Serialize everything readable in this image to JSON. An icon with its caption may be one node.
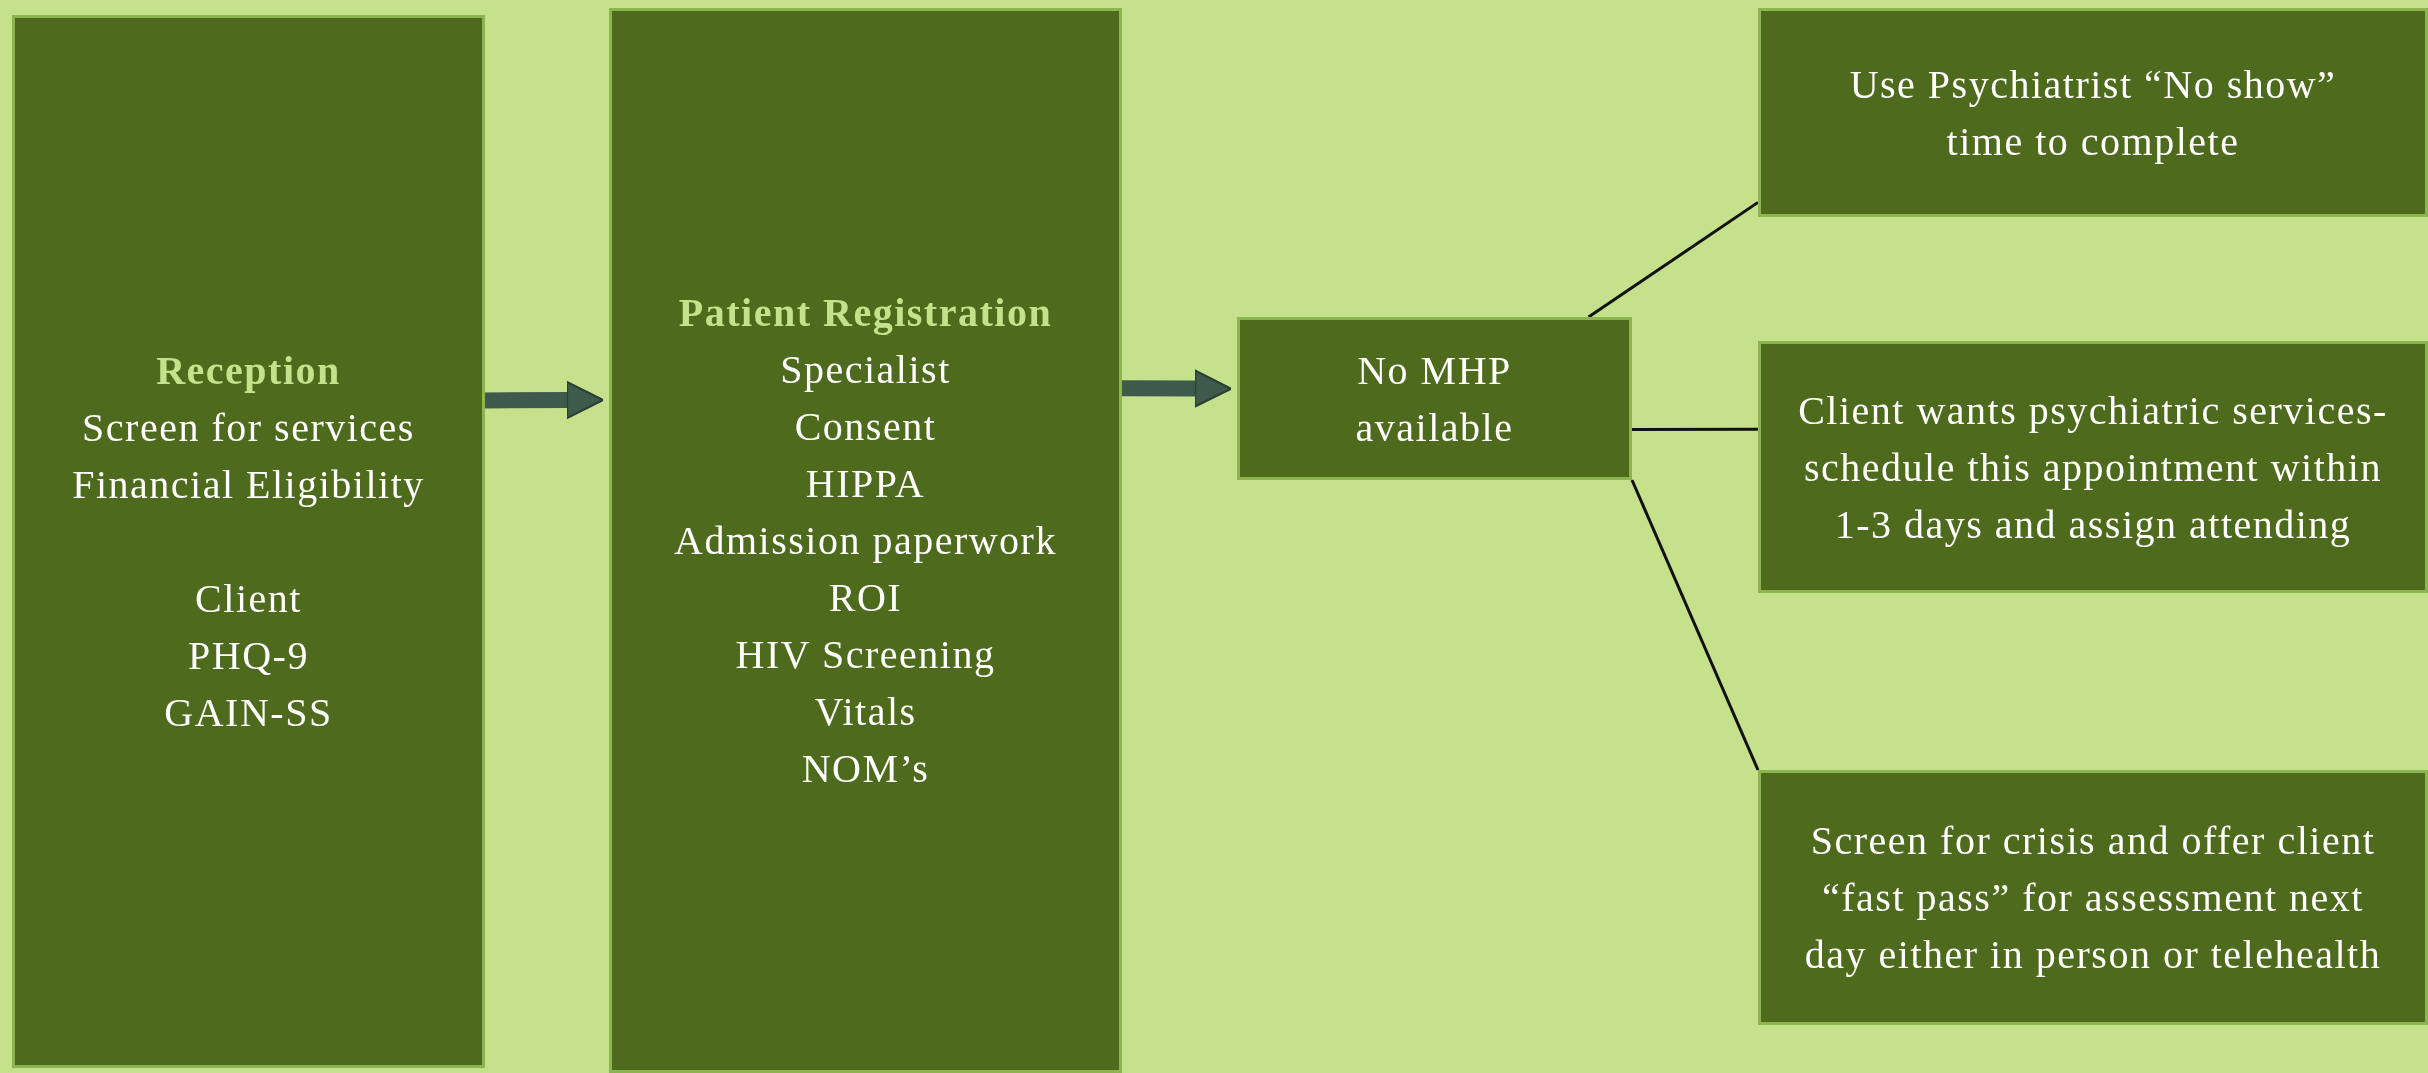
{
  "diagram": {
    "nodes": [
      {
        "text": [
          "Reception",
          "Screen for services",
          "Financial Eligibility",
          "Client",
          "PHQ-9",
          "GAIN-SS"
        ]
      },
      {
        "text": [
          "Patient Registration",
          "Specialist",
          "Consent",
          "HIPPA",
          "Admission paperwork",
          "ROI",
          "HIV Screening",
          "Vitals",
          "NOM’s"
        ]
      },
      {
        "text": [
          "No MHP available"
        ]
      },
      {
        "text": [
          "Use Psychiatrist “No show” time to complete"
        ]
      },
      {
        "text": [
          "Client wants psychiatric services- schedule this appointment within 1-3 days and assign attending"
        ]
      },
      {
        "text": [
          "Screen for crisis and offer client “fast pass” for assessment next day either in person or telehealth"
        ]
      }
    ],
    "edges": [
      {
        "from": 0,
        "to": 1,
        "arrow": "to",
        "style": "thick",
        "color": "#3e5a4c"
      },
      {
        "from": 1,
        "to": 2,
        "arrow": "to",
        "style": "thick",
        "color": "#3e5a4c"
      },
      {
        "from": 2,
        "to": 3,
        "arrow": "none"
      },
      {
        "from": 2,
        "to": 4,
        "arrow": "none"
      },
      {
        "from": 2,
        "to": 5,
        "arrow": "none"
      }
    ]
  }
}
